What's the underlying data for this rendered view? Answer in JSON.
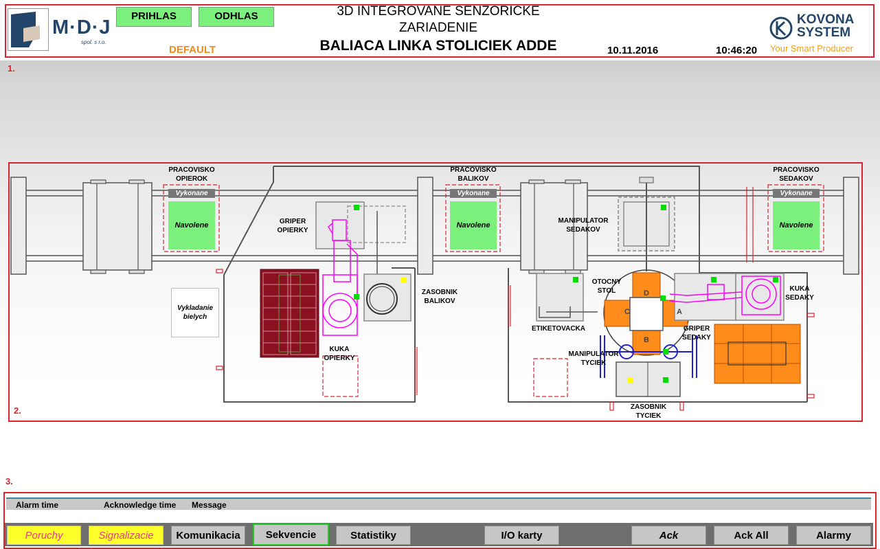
{
  "header": {
    "login_label": "PRIHLAS",
    "logout_label": "ODHLAS",
    "user": "DEFAULT",
    "title_line1": "3D INTEGROVANE SENZORICKE",
    "title_line2": "ZARIADENIE",
    "title_main": "BALIACA LINKA STOLICIEK ADDE",
    "date": "10.11.2016",
    "time": "10:46:20",
    "mdj_logo": {
      "name": "M·D·J",
      "sub": "spol. s r.o."
    },
    "kovona_logo": {
      "line1": "KOVONA",
      "line2": "SYSTEM",
      "tagline": "Your Smart Producer"
    }
  },
  "sections": {
    "s1": "1.",
    "s2": "2.",
    "s3": "3."
  },
  "diagram": {
    "ws_opierok": {
      "title1": "PRACOVISKO",
      "title2": "OPIEROK",
      "status": "Vykonane",
      "mode": "Navolene"
    },
    "ws_balikov": {
      "title1": "PRACOVISKO",
      "title2": "BALIKOV",
      "status": "Vykonane",
      "mode": "Navolene"
    },
    "ws_sedakov": {
      "title1": "PRACOVISKO",
      "title2": "SEDAKOV",
      "status": "Vykonane",
      "mode": "Navolene"
    },
    "gripper_opierky": [
      "GRIPER",
      "OPIERKY"
    ],
    "zasobnik_balikov": [
      "ZASOBNIK",
      "BALIKOV"
    ],
    "kuka_opierky": [
      "KUKA",
      "OPIERKY"
    ],
    "vykladanie": [
      "Vykladanie",
      "bielych"
    ],
    "manipulator_sedakov": [
      "MANIPULATOR",
      "SEDAKOV"
    ],
    "otocny_stol": [
      "OTOCNY",
      "STOL"
    ],
    "etiketovacka": "ETIKETOVACKA",
    "manipulator_tyciek": [
      "MANIPULATOR",
      "TYCIEK"
    ],
    "zasobnik_tyciek": [
      "ZASOBNIK",
      "TYCIEK"
    ],
    "gripper_sedaky": [
      "GRIPER",
      "SEDAKY"
    ],
    "kuka_sedaky": [
      "KUKA",
      "SEDAKY"
    ],
    "table_letters": [
      "A",
      "B",
      "C",
      "D"
    ],
    "colors": {
      "ok": "#00dd00",
      "warn": "#ffff00",
      "accent": "#ff8c1a",
      "robot": "#ff00ff",
      "pallet": "#8b1020",
      "frame": "#d8242d"
    }
  },
  "alarms": {
    "col_time": "Alarm time",
    "col_ack": "Acknowledge time",
    "col_msg": "Message"
  },
  "buttons": {
    "poruchy": "Poruchy",
    "signalizacie": "Signalizacie",
    "komunikacia": "Komunikacia",
    "sekvencie": "Sekvencie",
    "statistiky": "Statistiky",
    "io_karty": "I/O karty",
    "ack": "Ack",
    "ack_all": "Ack All",
    "alarmy": "Alarmy"
  }
}
